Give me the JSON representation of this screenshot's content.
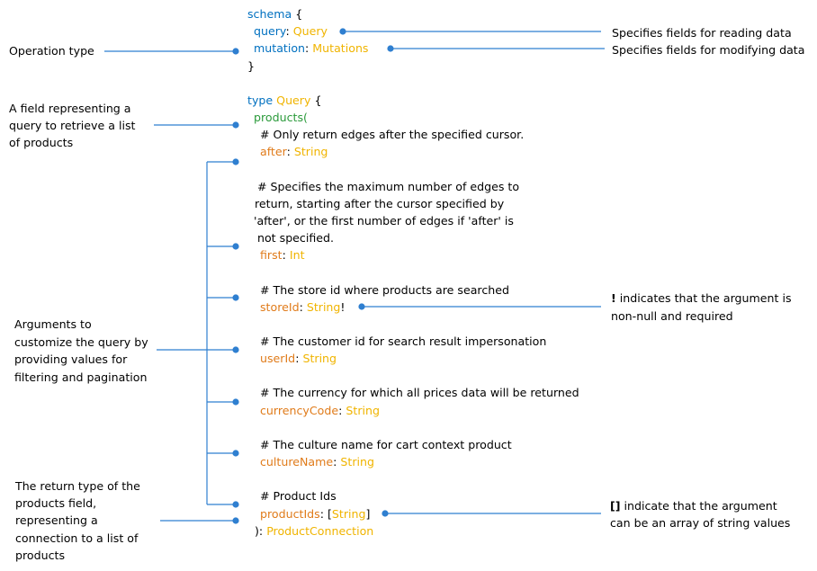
{
  "colors": {
    "keyword": "#0070c0",
    "type": "#f0b400",
    "argument": "#e07b1a",
    "field_name": "#2a9a3a",
    "connector": "#2f7fd0"
  },
  "code": {
    "schema_open": "schema",
    "brace_open": "{",
    "brace_close": "}",
    "query_key": "query",
    "query_type": "Query",
    "mutation_key": "mutation",
    "mutation_type": "Mutations",
    "colon": ":",
    "type_keyword": "type",
    "type_name": "Query",
    "products": "products(",
    "args": [
      {
        "comment": [
          "# Only return edges after the specified cursor."
        ],
        "name": "after",
        "type": "String",
        "suffix": ""
      },
      {
        "comment": [
          "# Specifies the maximum number of edges to",
          "return, starting after the cursor specified by",
          "'after', or the first number of edges if 'after' is",
          "not specified."
        ],
        "name": "first",
        "type": "Int",
        "suffix": ""
      },
      {
        "comment": [
          "# The store id where products are searched"
        ],
        "name": "storeId",
        "type": "String",
        "suffix": "!"
      },
      {
        "comment": [
          "# The customer id for search result impersonation"
        ],
        "name": "userId",
        "type": "String",
        "suffix": ""
      },
      {
        "comment": [
          "# The currency for which all prices data will be returned"
        ],
        "name": "currencyCode",
        "type": "String",
        "suffix": ""
      },
      {
        "comment": [
          "# The culture name for cart context product"
        ],
        "name": "cultureName",
        "type": "String",
        "suffix": ""
      },
      {
        "comment": [
          "# Product Ids"
        ],
        "name": "productIds",
        "type": "String",
        "prefix": "[",
        "suffix": "]"
      }
    ],
    "close_paren": "):",
    "return_type": "ProductConnection"
  },
  "annotations": {
    "operation_type": "Operation type",
    "reading": "Specifies fields for reading data",
    "modifying": "Specifies fields for modifying data",
    "field_list": [
      "A field representing a",
      "query to retrieve a list",
      "of products"
    ],
    "arguments": [
      "Arguments to",
      "customize the query by",
      "providing values for",
      "filtering and pagination"
    ],
    "return_type": [
      "The return type of the",
      "products field,",
      "representing a",
      "connection to a list of",
      "products"
    ],
    "non_null_mark": "!",
    "non_null": [
      " indicates that the argument is",
      "non-null and required"
    ],
    "array_mark": "[]",
    "array": [
      " indicate that the argument",
      "can be an array of string values"
    ]
  }
}
